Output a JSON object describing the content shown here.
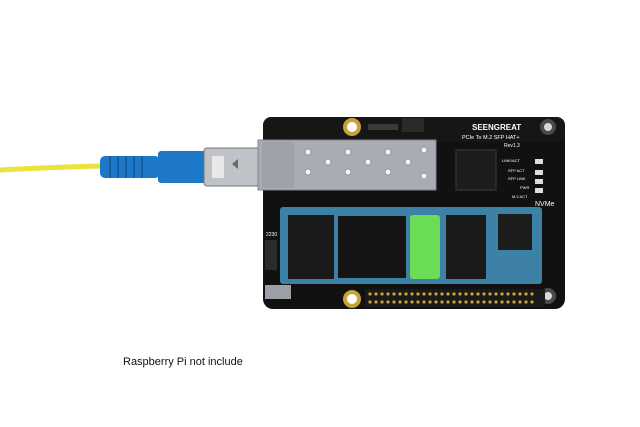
{
  "caption": "Raspberry Pi not include",
  "board": {
    "brand": "SEENGREAT",
    "product": "PCIe To M.2 SFP HAT+",
    "revision": "Rev1.3",
    "silkscreen": [
      "LINK/ACT",
      "SFP ACT",
      "SFP LINK",
      "PWR",
      "M.2 ACT",
      "NVMe"
    ],
    "size_label": "2230"
  },
  "colors": {
    "cable": "#e9e33b",
    "connector_blue": "#1e78c8",
    "pcb": "#111111",
    "ssd_board": "#3d82a6",
    "ssd_label": "#6bdc55",
    "cage_metal": "#a9adb3"
  }
}
